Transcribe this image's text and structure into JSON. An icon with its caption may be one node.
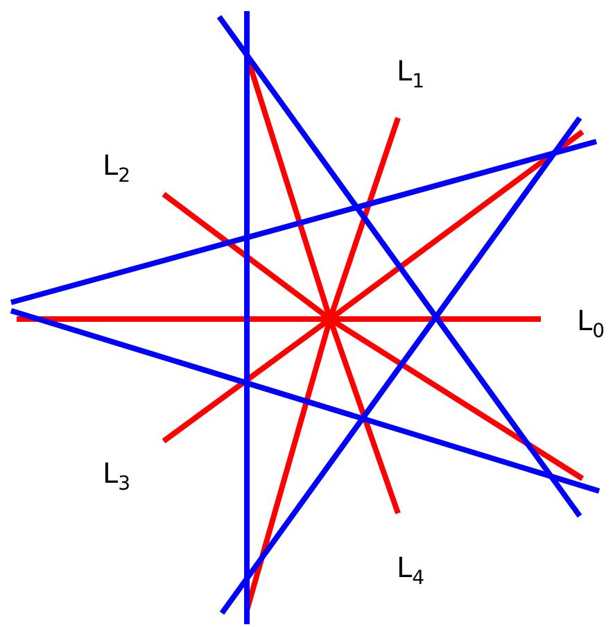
{
  "diagram": {
    "labels": [
      "L$_{1}$",
      "L$_{2}$",
      "L$_{0}$",
      "L$_{3}$",
      "L$_{4}$"
    ]
  }
}
